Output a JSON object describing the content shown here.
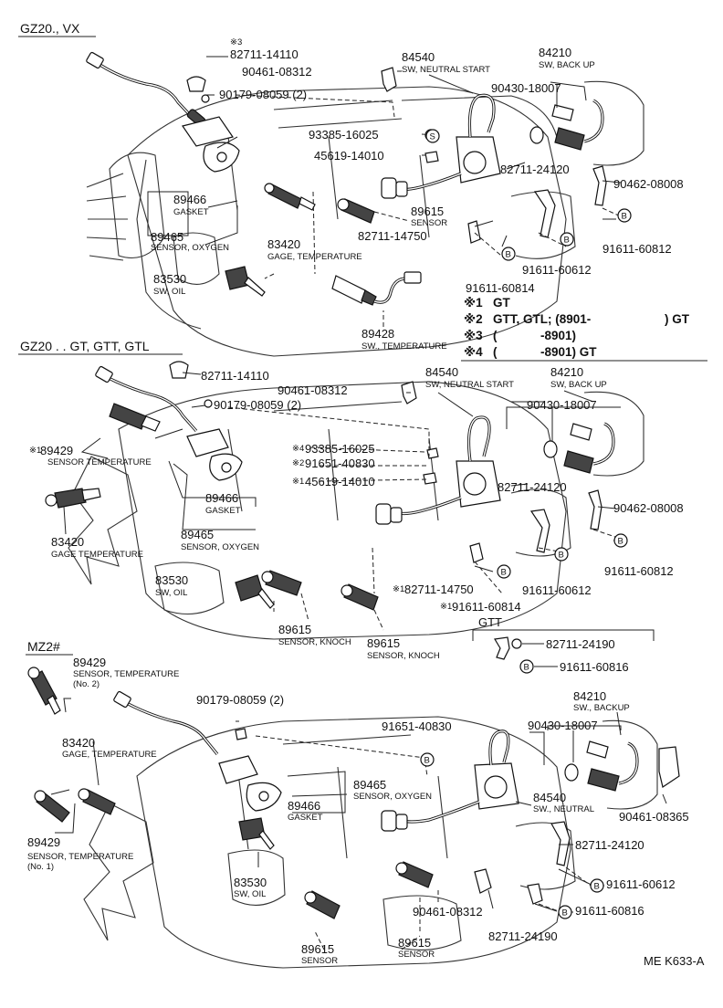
{
  "sections": [
    {
      "title": "GZ20., VX",
      "labels": [
        {
          "num": "82711-14110",
          "prefix": "※3"
        },
        {
          "num": "90461-08312"
        },
        {
          "num": "84540",
          "caption": "SW, NEUTRAL START"
        },
        {
          "num": "84210",
          "caption": "SW, BACK UP"
        },
        {
          "num": "90179-08059 (2)"
        },
        {
          "num": "90430-18007"
        },
        {
          "num": "93385-16025"
        },
        {
          "num": "45619-14010"
        },
        {
          "num": "82711-24120"
        },
        {
          "num": "90462-08008"
        },
        {
          "num": "89466",
          "caption": "GASKET"
        },
        {
          "num": "89615",
          "caption": "SENSOR"
        },
        {
          "num": "89465",
          "caption": "SENSOR, OXYGEN"
        },
        {
          "num": "83420",
          "caption": "GAGE, TEMPERATURE"
        },
        {
          "num": "82711-14750"
        },
        {
          "num": "91611-60612"
        },
        {
          "num": "91611-60812"
        },
        {
          "num": "83530",
          "caption": "SW, OIL"
        },
        {
          "num": "91611-60814"
        },
        {
          "num": "89428",
          "caption": "SW., TEMPERATURE"
        }
      ]
    },
    {
      "title": "GZ20 . . GT, GTT, GTL",
      "labels": [
        {
          "num": "82711-14110"
        },
        {
          "num": "90461-08312"
        },
        {
          "num": "84540",
          "caption": "SW, NEUTRAL START"
        },
        {
          "num": "84210",
          "caption": "SW, BACK UP"
        },
        {
          "num": "90179-08059 (2)"
        },
        {
          "num": "90430-18007"
        },
        {
          "num": "89429",
          "prefix": "※1",
          "caption": "SENSOR TEMPERATURE"
        },
        {
          "num": "93385-16025",
          "prefix": "※4"
        },
        {
          "num": "91651-40830",
          "prefix": "※2"
        },
        {
          "num": "45619-14010",
          "prefix": "※1"
        },
        {
          "num": "82711-24120"
        },
        {
          "num": "90462-08008"
        },
        {
          "num": "89466",
          "caption": "GASKET"
        },
        {
          "num": "89465",
          "caption": "SENSOR, OXYGEN"
        },
        {
          "num": "83420",
          "caption": "GAGE TEMPERATURE"
        },
        {
          "num": "91611-60812"
        },
        {
          "num": "91611-60612"
        },
        {
          "num": "83530",
          "caption": "SW, OIL"
        },
        {
          "num": "82711-14750",
          "prefix": "※1"
        },
        {
          "num": "91611-60814",
          "prefix": "※1"
        },
        {
          "num": "89615",
          "caption": "SENSOR, KNOCH"
        },
        {
          "num": "89615",
          "caption": "SENSOR, KNOCH"
        }
      ],
      "gtt_box": {
        "title": "GTT",
        "labels": [
          {
            "num": "82711-24190"
          },
          {
            "num": "91611-60816"
          }
        ]
      }
    },
    {
      "title": "MZ2#",
      "labels": [
        {
          "num": "89429",
          "caption": "SENSOR, TEMPERATURE",
          "caption2": "(No. 2)"
        },
        {
          "num": "90179-08059 (2)"
        },
        {
          "num": "84210",
          "caption": "SW., BACKUP"
        },
        {
          "num": "91651-40830"
        },
        {
          "num": "90430-18007"
        },
        {
          "num": "83420",
          "caption": "GAGE, TEMPERATURE"
        },
        {
          "num": "89465",
          "caption": "SENSOR, OXYGEN"
        },
        {
          "num": "89466",
          "caption": "GASKET"
        },
        {
          "num": "84540",
          "caption": "SW., NEUTRAL"
        },
        {
          "num": "90461-08365"
        },
        {
          "num": "89429",
          "caption": "SENSOR, TEMPERATURE",
          "caption2": "(No. 1)"
        },
        {
          "num": "82711-24120"
        },
        {
          "num": "83530",
          "caption": "SW, OIL"
        },
        {
          "num": "91611-60612"
        },
        {
          "num": "90461-08312"
        },
        {
          "num": "91611-60816"
        },
        {
          "num": "82711-24190"
        },
        {
          "num": "89615",
          "caption": "SENSOR"
        },
        {
          "num": "89615",
          "caption": "SENSOR"
        }
      ]
    }
  ],
  "notes": [
    {
      "mark": "※1",
      "text": "GT"
    },
    {
      "mark": "※2",
      "text": "GTT, GTL; (8901-",
      "suffix": ") GT"
    },
    {
      "mark": "※3",
      "text": "(",
      "suffix": "-8901)"
    },
    {
      "mark": "※4",
      "text": "(",
      "suffix": "-8901) GT"
    }
  ],
  "bolt_marker": "B",
  "s_marker": "S",
  "footer_code": "ME K633-A"
}
